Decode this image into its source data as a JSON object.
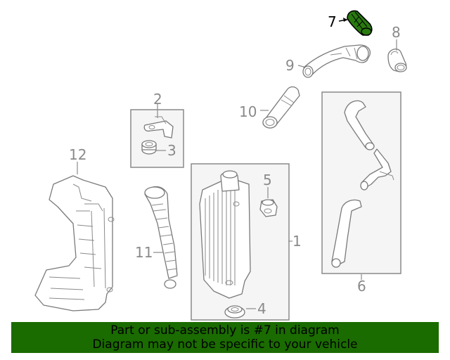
{
  "highlight_color": "#1a6b00",
  "highlighted_part": "7",
  "callouts": {
    "c1": "1",
    "c2": "2",
    "c3": "3",
    "c4": "4",
    "c5": "5",
    "c6": "6",
    "c7": "7",
    "c8": "8",
    "c9": "9",
    "c10": "10",
    "c11": "11",
    "c12": "12"
  },
  "banner": {
    "line1": "Part or sub-assembly is #7 in diagram",
    "line2": "Diagram may not be specific to your vehicle"
  }
}
